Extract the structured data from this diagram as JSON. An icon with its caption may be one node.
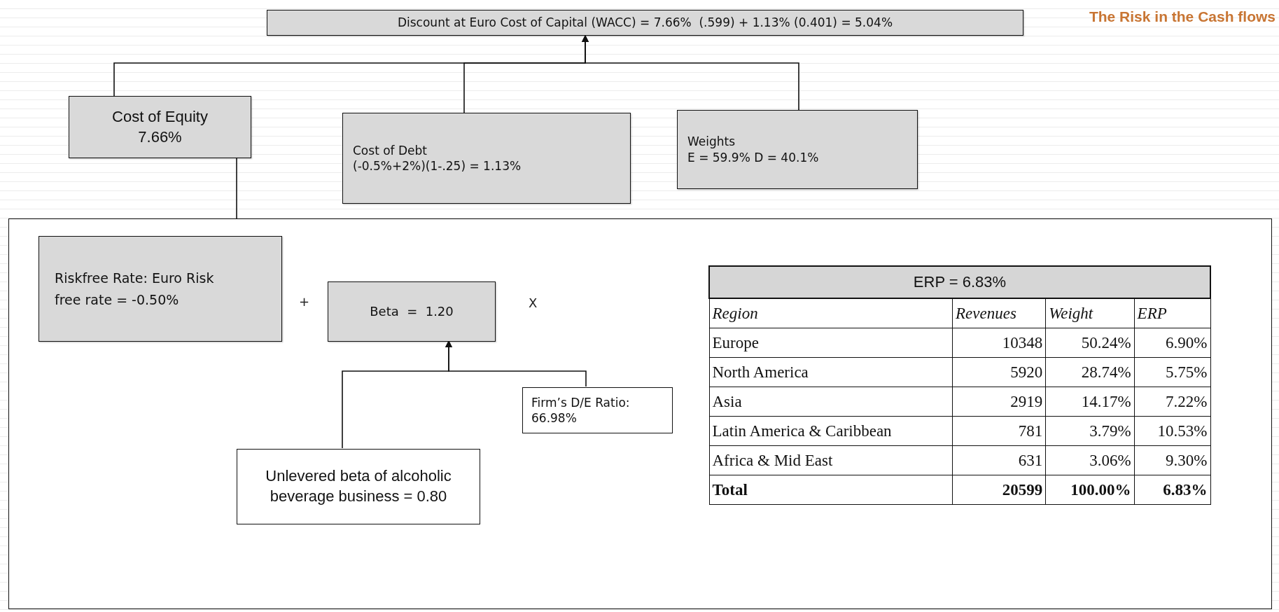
{
  "diagram": {
    "title": "The Risk in the Cash flows",
    "nodes": [
      {
        "text": [
          "Discount at Euro Cost of Capital (WACC) = 7.66%  (.599) + 1.13% (0.401) = 5.04%"
        ]
      },
      {
        "text": [
          "Cost of Equity",
          "7.66%"
        ]
      },
      {
        "text": [
          "Cost of Debt",
          "(-0.5%+2%)(1-.25) = 1.13%"
        ]
      },
      {
        "text": [
          "Weights",
          "E = 59.9% D = 40.1%"
        ]
      },
      {
        "text": [],
        "shape": "box"
      },
      {
        "text": [
          "Riskfree Rate: Euro Risk free rate = -0.50%"
        ],
        "in": 4
      },
      {
        "text": [
          "Beta  =  1.20"
        ],
        "in": 4
      },
      {
        "text": [
          "Firm’s D/E Ratio: 66.98%"
        ],
        "in": 4
      },
      {
        "text": [
          "Unlevered beta of alcoholic beverage business = 0.80"
        ],
        "in": 4
      }
    ],
    "edges": [
      {
        "from": 1,
        "to": 0,
        "arrow": "to"
      },
      {
        "from": 2,
        "to": 0,
        "arrow": "to"
      },
      {
        "from": 3,
        "to": 0,
        "arrow": "to"
      },
      {
        "from": 4,
        "to": 1,
        "arrow": "none"
      },
      {
        "from": 8,
        "to": 6,
        "arrow": "to"
      },
      {
        "from": 7,
        "to": 6,
        "arrow": "to"
      }
    ],
    "labels": [
      "+",
      "X",
      "ERP = 6.83%",
      "Region",
      "Revenues",
      "Weight",
      "ERP",
      "Europe",
      "10348",
      "50.24%",
      "6.90%",
      "North America",
      "5920",
      "28.74%",
      "5.75%",
      "Asia",
      "2919",
      "14.17%",
      "7.22%",
      "Latin America & Caribbean",
      "781",
      "3.79%",
      "10.53%",
      "Africa & Mid East",
      "631",
      "3.06%",
      "9.30%",
      "Total",
      "20599",
      "100.00%",
      "6.83%"
    ]
  }
}
